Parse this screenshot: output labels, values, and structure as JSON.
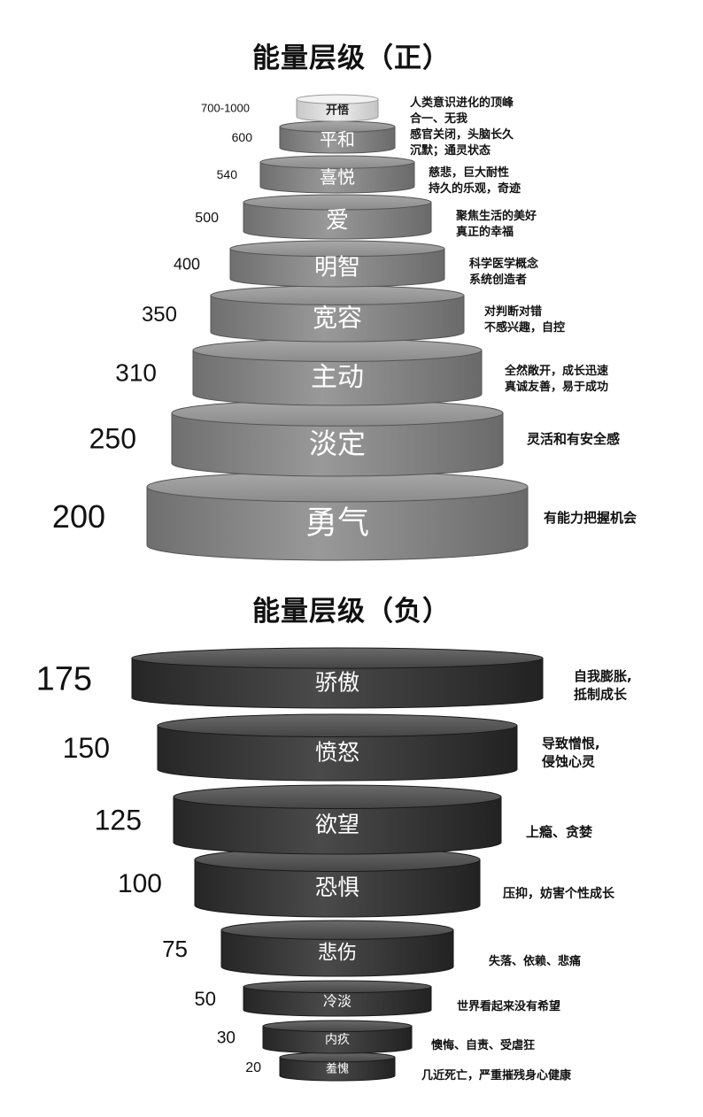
{
  "positive": {
    "title": "能量层级（正）",
    "levels": [
      {
        "value": "700-1000",
        "name": "开悟",
        "desc": [
          "人类意识进化的顶峰",
          "合一、无我"
        ]
      },
      {
        "value": "600",
        "name": "平和",
        "desc": [
          "感官关闭，头脑长久",
          "沉默；通灵状态"
        ]
      },
      {
        "value": "540",
        "name": "喜悦",
        "desc": [
          "慈悲，巨大耐性",
          "持久的乐观，奇迹"
        ]
      },
      {
        "value": "500",
        "name": "爱",
        "desc": [
          "聚焦生活的美好",
          "真正的幸福"
        ]
      },
      {
        "value": "400",
        "name": "明智",
        "desc": [
          "科学医学概念",
          "系统创造者"
        ]
      },
      {
        "value": "350",
        "name": "宽容",
        "desc": [
          "对判断对错",
          "不感兴趣，自控"
        ]
      },
      {
        "value": "310",
        "name": "主动",
        "desc": [
          "全然敞开，成长迅速",
          "真诚友善，易于成功"
        ]
      },
      {
        "value": "250",
        "name": "淡定",
        "desc": [
          "灵活和有安全感"
        ]
      },
      {
        "value": "200",
        "name": "勇气",
        "desc": [
          "有能力把握机会"
        ]
      }
    ]
  },
  "negative": {
    "title": "能量层级（负）",
    "levels": [
      {
        "value": "175",
        "name": "骄傲",
        "desc": [
          "自我膨胀,",
          "抵制成长"
        ]
      },
      {
        "value": "150",
        "name": "愤怒",
        "desc": [
          "导致憎恨,",
          "侵蚀心灵"
        ]
      },
      {
        "value": "125",
        "name": "欲望",
        "desc": [
          "上瘾、贪婪"
        ]
      },
      {
        "value": "100",
        "name": "恐惧",
        "desc": [
          "压抑，妨害个性成长"
        ]
      },
      {
        "value": "75",
        "name": "悲伤",
        "desc": [
          "失落、依赖、悲痛"
        ]
      },
      {
        "value": "50",
        "name": "冷淡",
        "desc": [
          "世界看起来没有希望"
        ]
      },
      {
        "value": "30",
        "name": "内疚",
        "desc": [
          "懊悔、自责、受虐狂"
        ]
      },
      {
        "value": "20",
        "name": "羞愧",
        "desc": [
          "几近死亡，严重摧残身心健康"
        ]
      }
    ]
  },
  "colors": {
    "top_disk": "#dcdcdc",
    "positive_disk": "#8a8a8a",
    "negative_disk": "#3c3c3c"
  }
}
